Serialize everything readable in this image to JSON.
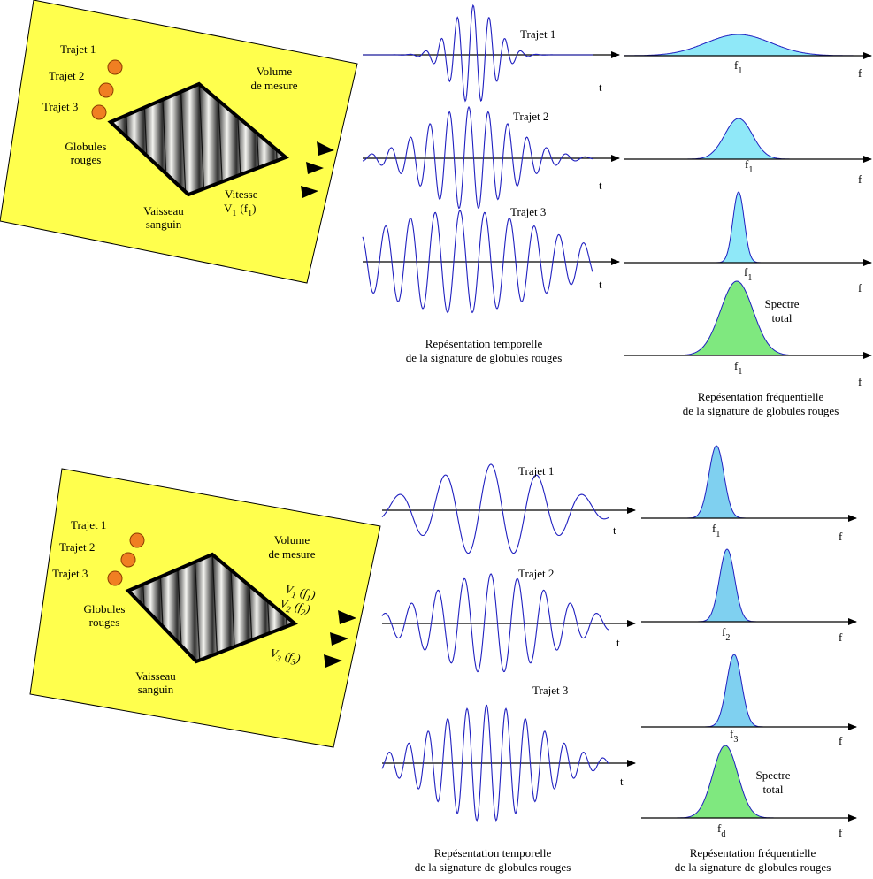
{
  "colors": {
    "panel_fill": "#ffff4d",
    "cell_fill": "#f07f22",
    "wave_stroke": "#2020c0",
    "spectrum_blue": "#8fe8f8",
    "spectrum_blue2": "#7fd0f0",
    "spectrum_green": "#7fe87f"
  },
  "top": {
    "labels": {
      "trajet1": "Trajet 1",
      "trajet2": "Trajet 2",
      "trajet3": "Trajet 3",
      "volume_l1": "Volume",
      "volume_l2": "de mesure",
      "globules_l1": "Globules",
      "globules_l2": "rouges",
      "vaisseau_l1": "Vaisseau",
      "vaisseau_l2": "sanguin",
      "vitesse": "Vitesse",
      "v_main": "V",
      "v_sub": "1",
      "v_paren_open": "(f",
      "v_paren_sub": "1",
      "v_paren_close": ")"
    },
    "time_traces": [
      "Trajet 1",
      "Trajet 2",
      "Trajet 3"
    ],
    "t_label": "t",
    "f_label": "f",
    "spectra": [
      {
        "base": "f",
        "sub": "1"
      },
      {
        "base": "f",
        "sub": "1"
      },
      {
        "base": "f",
        "sub": "1"
      },
      {
        "base": "f",
        "sub": "1"
      }
    ],
    "spectre_total_l1": "Spectre",
    "spectre_total_l2": "total",
    "cap_time_l1": "Repésentation temporelle",
    "cap_time_l2": "de la signature de globules rouges",
    "cap_freq_l1": "Repésentation fréquentielle",
    "cap_freq_l2": "de la signature de globules rouges"
  },
  "bottom": {
    "labels": {
      "trajet1": "Trajet 1",
      "trajet2": "Trajet 2",
      "trajet3": "Trajet 3",
      "volume_l1": "Volume",
      "volume_l2": "de mesure",
      "globules_l1": "Globules",
      "globules_l2": "rouges",
      "vaisseau_l1": "Vaisseau",
      "vaisseau_l2": "sanguin",
      "v1": {
        "v": "V",
        "vs": "1",
        "po": "(f",
        "ps": "1",
        "pc": ")"
      },
      "v2": {
        "v": "V",
        "vs": "2",
        "po": "(f",
        "ps": "2",
        "pc": ")"
      },
      "v3": {
        "v": "V",
        "vs": "3",
        "po": "(f",
        "ps": "3",
        "pc": ")"
      }
    },
    "time_traces": [
      "Trajet 1",
      "Trajet 2",
      "Trajet 3"
    ],
    "t_label": "t",
    "f_label": "f",
    "spectra": [
      {
        "base": "f",
        "sub": "1"
      },
      {
        "base": "f",
        "sub": "2"
      },
      {
        "base": "f",
        "sub": "3"
      },
      {
        "base": "f",
        "sub": "d"
      }
    ],
    "spectre_total_l1": "Spectre",
    "spectre_total_l2": "total",
    "cap_time_l1": "Repésentation temporelle",
    "cap_time_l2": "de la signature de globules rouges",
    "cap_freq_l1": "Repésentation fréquentielle",
    "cap_freq_l2": "de la signature de globules rouges"
  }
}
